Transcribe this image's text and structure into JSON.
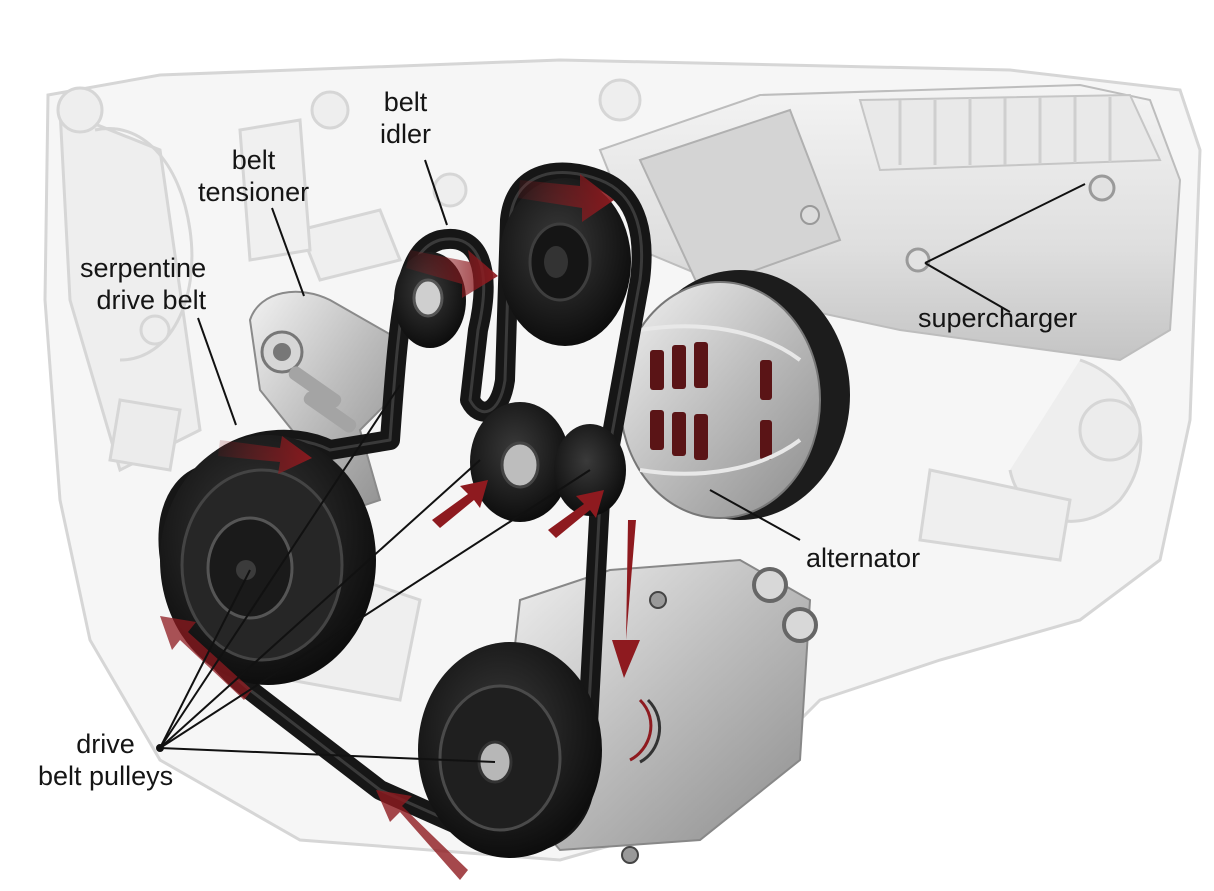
{
  "labels": {
    "belt_idler": [
      "belt",
      "idler"
    ],
    "belt_tensioner": [
      "belt",
      "tensioner"
    ],
    "serpentine_drive_belt": [
      "serpentine",
      "drive belt"
    ],
    "supercharger": "supercharger",
    "alternator": "alternator",
    "drive_belt_pulleys": [
      "drive",
      "belt pulleys"
    ]
  },
  "colors": {
    "belt": "#1a1a1a",
    "pulley": "#222222",
    "arrow": "#8e1a1f",
    "engine_line": "#d9d9d9",
    "metal": "#c9c9c9",
    "leader": "#111111"
  }
}
